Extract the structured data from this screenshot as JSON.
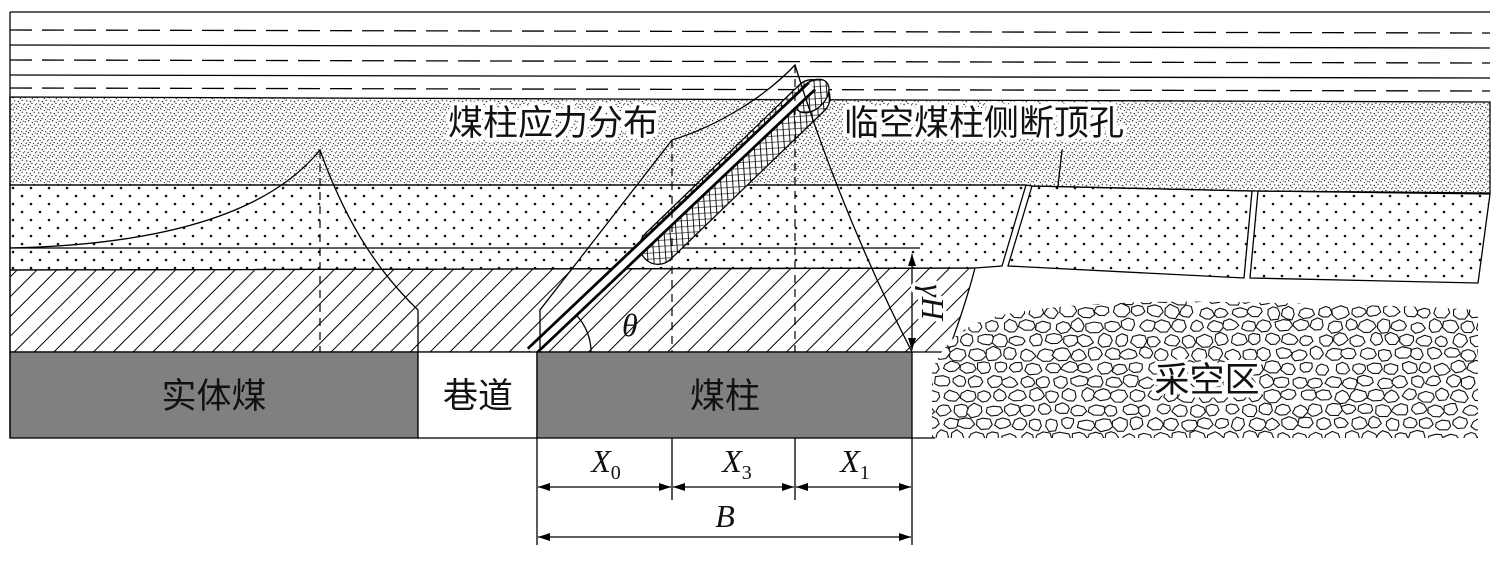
{
  "labels": {
    "stress_distribution": "煤柱应力分布",
    "roof_cutting_hole": "临空煤柱侧断顶孔",
    "solid_coal": "实体煤",
    "roadway": "巷道",
    "coal_pillar": "煤柱",
    "goaf": "采空区",
    "angle": "θ",
    "stress": "γH"
  },
  "dimensions": [
    {
      "var": "X",
      "sub": "0"
    },
    {
      "var": "X",
      "sub": "3"
    },
    {
      "var": "X",
      "sub": "1"
    }
  ],
  "total_width": "B",
  "colors": {
    "coal": "#808080",
    "line": "#000000"
  }
}
